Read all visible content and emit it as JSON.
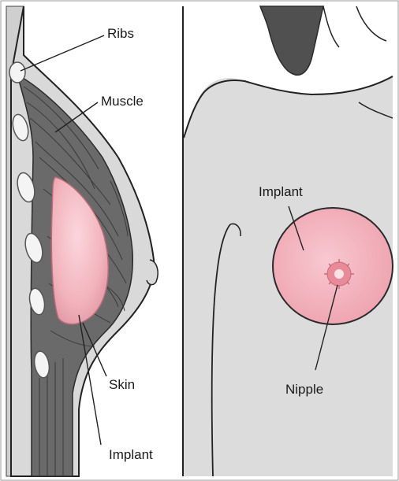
{
  "labels": {
    "ribs": "Ribs",
    "muscle": "Muscle",
    "skin": "Skin",
    "implant_side": "Implant",
    "implant_front": "Implant",
    "nipple": "Nipple"
  },
  "colors": {
    "background": "#ffffff",
    "body_gray": "#d6d6d6",
    "muscle_dark": "#5c5c5c",
    "implant_pink": "#f2b3bc",
    "implant_edge": "#c97f8b",
    "nipple_pink": "#e88a98",
    "hair": "#4a4a4a",
    "outline": "#222222"
  }
}
